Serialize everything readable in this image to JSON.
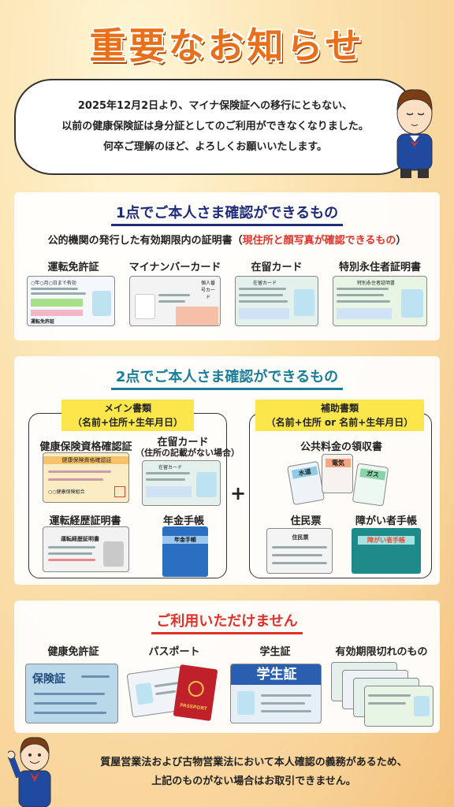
{
  "title": "重要なお知らせ",
  "notice": {
    "line1": "2025年12月2日より、マイナ保険証への移行にともない、",
    "line2": "以前の健康保険証は身分証としてのご利用ができなくなりました。",
    "line3": "何卒ご理解のほど、よろしくお願いいたします。"
  },
  "section1": {
    "title": "1点でご本人さま確認ができるもの",
    "desc_prefix": "公的機関の発行した有効期限内の証明書（",
    "desc_highlight": "現住所と顔写真が確認できるもの",
    "desc_suffix": "）",
    "items": [
      {
        "label": "運転免許証",
        "card_text": "○年○月○日まで有効",
        "card_sub": "運転免許証"
      },
      {
        "label": "マイナンバーカード",
        "card_text": "個人番号カード"
      },
      {
        "label": "在留カード",
        "card_text": "在留カード"
      },
      {
        "label": "特別永住者証明書",
        "card_text": "特別永住者証明書"
      }
    ]
  },
  "section2": {
    "title": "2点でご本人さま確認ができるもの",
    "main": {
      "tag_line1": "メイン書類",
      "tag_line2": "（名前+住所+生年月日）",
      "items": [
        {
          "label": "健康保険資格確認証",
          "card_text": "健康保険資格確認証",
          "card_sub": "○○健康保険組合"
        },
        {
          "label_line1": "在留カード",
          "label_line2": "（住所の記載がない場合）",
          "card_text": "在留カード"
        },
        {
          "label": "運転経歴証明書",
          "card_text": "運転経歴証明書"
        },
        {
          "label": "年金手帳",
          "card_text": "年金手帳"
        }
      ]
    },
    "plus": "+",
    "sub": {
      "tag_line1": "補助書類",
      "tag_line2": "（名前+住所 or 名前+生年月日）",
      "items": [
        {
          "label": "公共料金の領収書",
          "card_texts": [
            "水道",
            "電気",
            "ガス"
          ]
        },
        {
          "label": "住民票",
          "card_text": "住民票"
        },
        {
          "label": "障がい者手帳",
          "card_text": "障がい者手帳"
        }
      ]
    }
  },
  "section3": {
    "title": "ご利用いただけません",
    "items": [
      {
        "label": "健康免許証",
        "card_text": "保険証"
      },
      {
        "label": "パスポート",
        "card_text": "PASSPORT"
      },
      {
        "label": "学生証",
        "card_text": "学生証"
      },
      {
        "label": "有効期限切れのもの"
      }
    ]
  },
  "footer": {
    "line1": "質屋営業法および古物営業法において本人確認の義務があるため、",
    "line2": "上記のものがない場合はお取引できません。"
  },
  "colors": {
    "title": "#e8701a",
    "navy": "#1e2c7a",
    "teal": "#1a7d99",
    "red": "#e0302a",
    "highlight_yellow": "#fbe74c"
  }
}
